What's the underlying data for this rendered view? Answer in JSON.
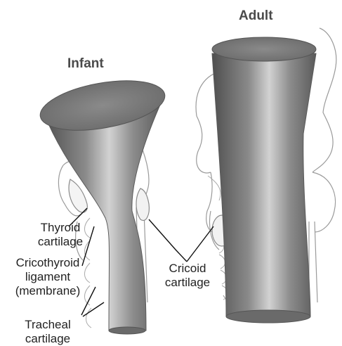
{
  "titles": {
    "infant": "Infant",
    "adult": "Adult"
  },
  "labels": {
    "thyroid": [
      "Thyroid",
      "cartilage"
    ],
    "cricothyroid": [
      "Cricothyroid",
      "ligament",
      "(membrane)"
    ],
    "tracheal": [
      "Tracheal",
      "cartilage"
    ],
    "cricoid": [
      "Cricoid",
      "cartilage"
    ]
  },
  "colors": {
    "airway_dark": "#4f4f4f",
    "airway_light": "#c9c9c9",
    "outline": "#9a9a9a",
    "leader": "#111111"
  }
}
